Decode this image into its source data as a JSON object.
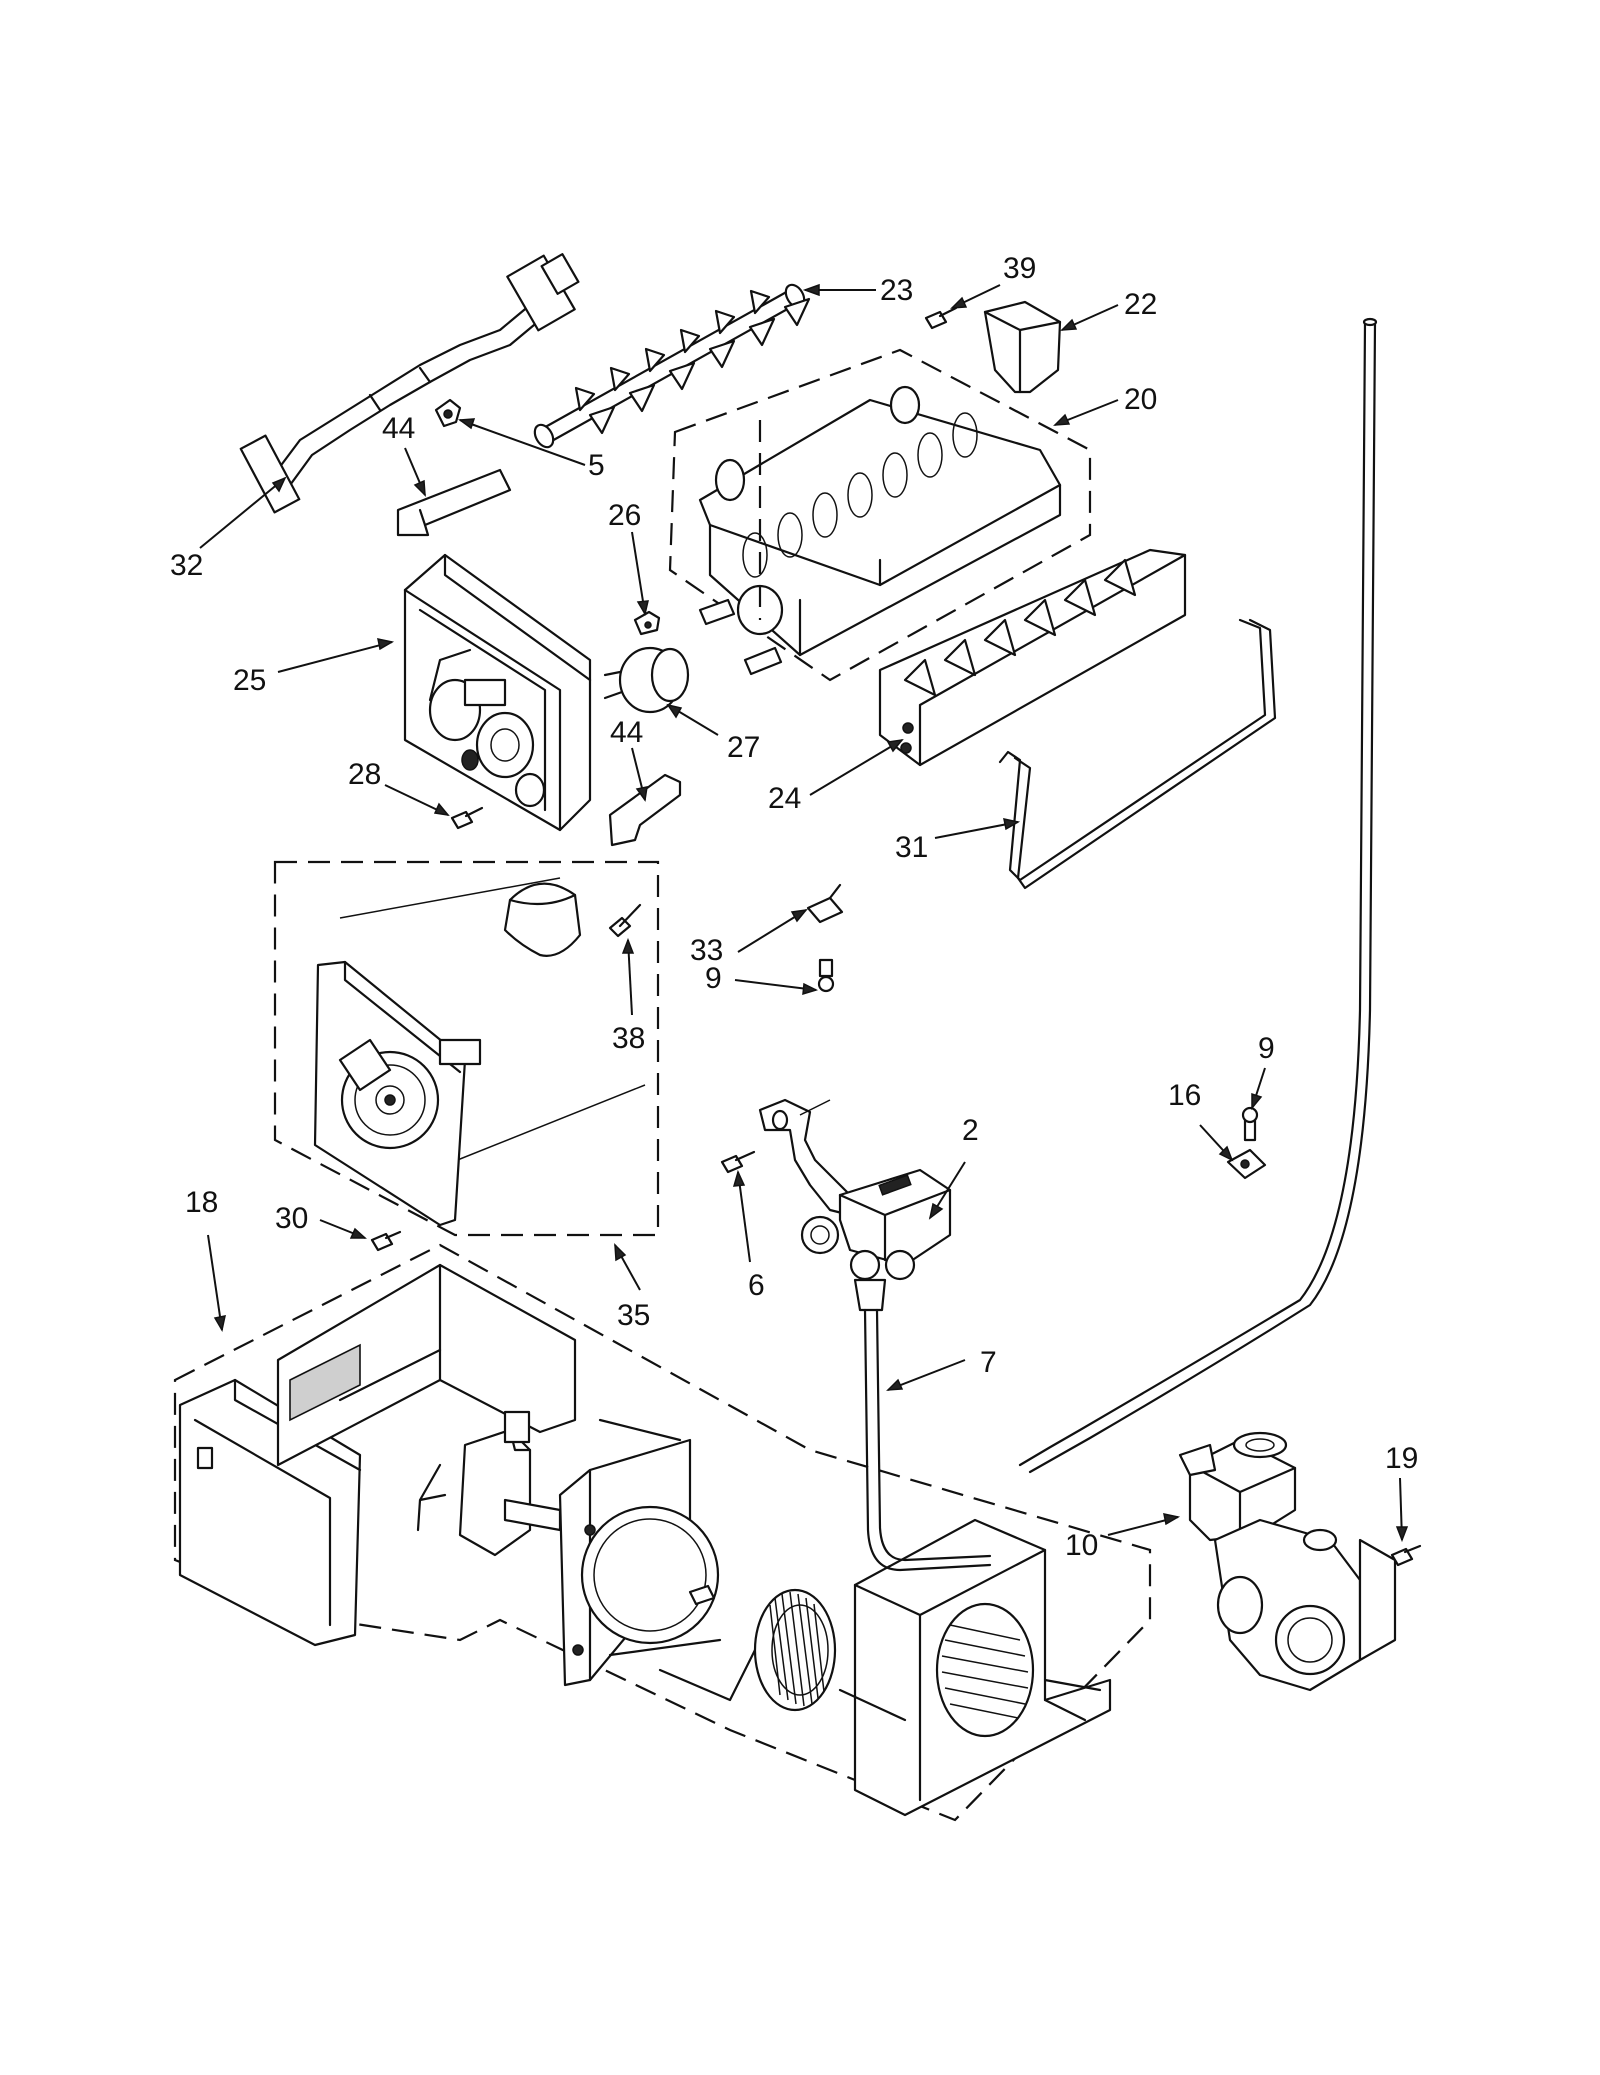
{
  "callouts": [
    {
      "id": "c23",
      "text": "23"
    },
    {
      "id": "c39",
      "text": "39"
    },
    {
      "id": "c22",
      "text": "22"
    },
    {
      "id": "c20",
      "text": "20"
    },
    {
      "id": "c44a",
      "text": "44"
    },
    {
      "id": "c5",
      "text": "5"
    },
    {
      "id": "c32",
      "text": "32"
    },
    {
      "id": "c26",
      "text": "26"
    },
    {
      "id": "c25",
      "text": "25"
    },
    {
      "id": "c27",
      "text": "27"
    },
    {
      "id": "c44b",
      "text": "44"
    },
    {
      "id": "c28",
      "text": "28"
    },
    {
      "id": "c24",
      "text": "24"
    },
    {
      "id": "c31",
      "text": "31"
    },
    {
      "id": "c33",
      "text": "33"
    },
    {
      "id": "c9a",
      "text": "9"
    },
    {
      "id": "c38",
      "text": "38"
    },
    {
      "id": "c9b",
      "text": "9"
    },
    {
      "id": "c16",
      "text": "16"
    },
    {
      "id": "c2",
      "text": "2"
    },
    {
      "id": "c18",
      "text": "18"
    },
    {
      "id": "c30",
      "text": "30"
    },
    {
      "id": "c6",
      "text": "6"
    },
    {
      "id": "c35",
      "text": "35"
    },
    {
      "id": "c7",
      "text": "7"
    },
    {
      "id": "c19",
      "text": "19"
    },
    {
      "id": "c10",
      "text": "10"
    }
  ]
}
